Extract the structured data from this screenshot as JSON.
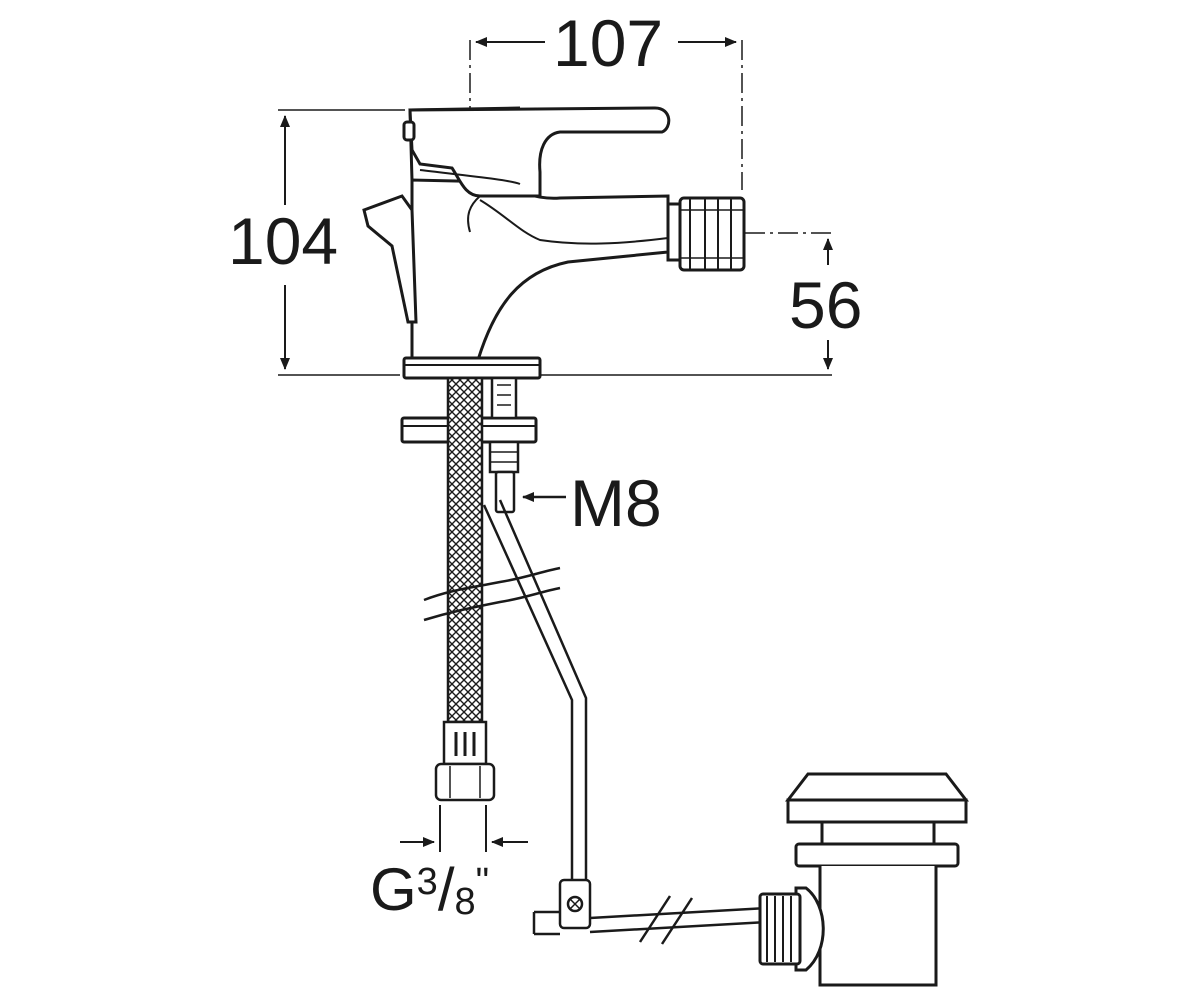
{
  "dimensions": {
    "width": "107",
    "height": "104",
    "spout_height": "56",
    "thread": "M8",
    "hose_connection": {
      "letter": "G",
      "numerator": "3",
      "slash": "/",
      "denominator": "8",
      "inch_mark": "\""
    }
  },
  "colors": {
    "line": "#1a1a1a",
    "background": "#ffffff"
  }
}
